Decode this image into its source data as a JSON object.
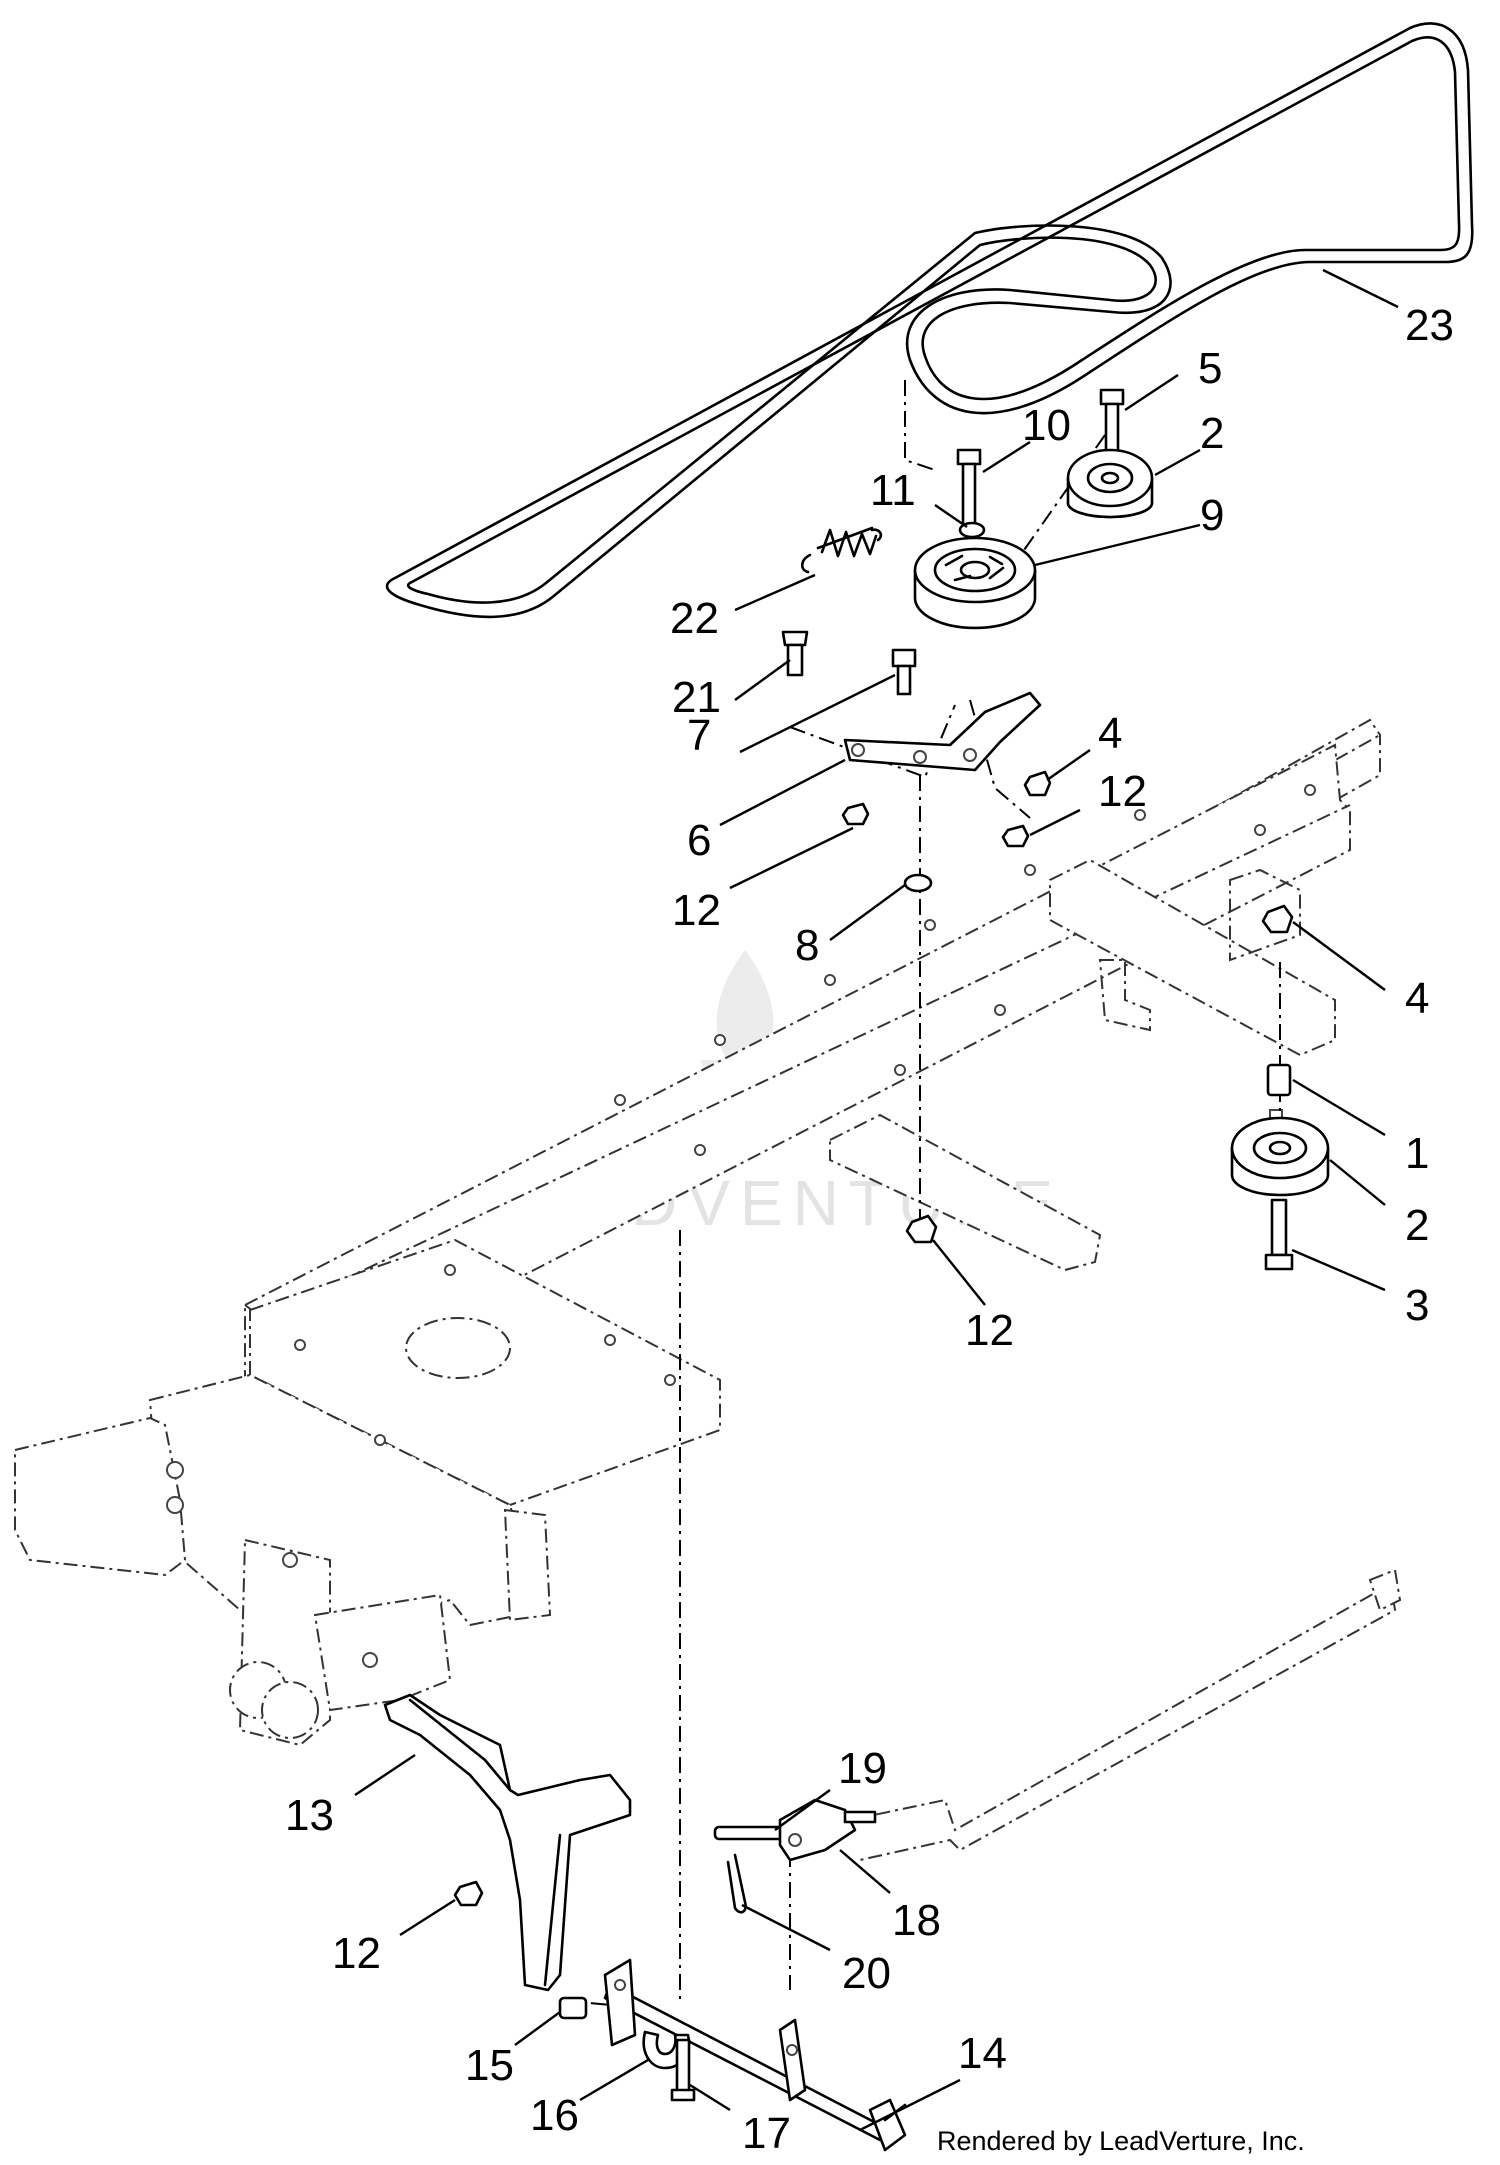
{
  "watermark": {
    "text": "LEADVENTURE"
  },
  "credit": {
    "text": "Rendered by LeadVerture, Inc."
  },
  "callouts": {
    "c1": "1",
    "c2a": "2",
    "c2b": "2",
    "c3": "3",
    "c4a": "4",
    "c4b": "4",
    "c5": "5",
    "c6": "6",
    "c7": "7",
    "c8": "8",
    "c9": "9",
    "c10": "10",
    "c11": "11",
    "c12a": "12",
    "c12b": "12",
    "c12c": "12",
    "c12d": "12",
    "c13": "13",
    "c14": "14",
    "c15": "15",
    "c16": "16",
    "c17": "17",
    "c18": "18",
    "c19": "19",
    "c20": "20",
    "c21": "21",
    "c22": "22",
    "c23": "23"
  }
}
